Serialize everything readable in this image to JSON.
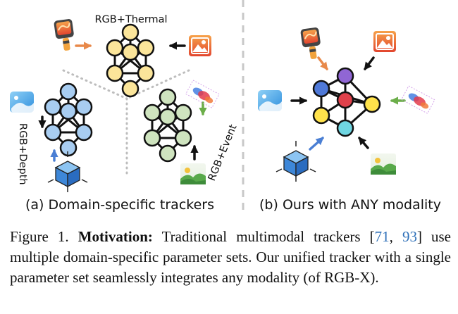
{
  "figure": {
    "label_rgb_thermal": "RGB+Thermal",
    "label_rgb_depth": "RGB+Depth",
    "label_rgb_event": "RGB+Event",
    "subcaption_a": "(a)  Domain-specific trackers",
    "subcaption_b": "(b) Ours with ANY modality"
  },
  "caption": {
    "prefix": "Figure 1.",
    "bold": "Motivation:",
    "text1": " Traditional multimodal trackers [",
    "cite1": "71",
    "sep": ", ",
    "cite2": "93",
    "text2": "] use multiple domain-specific parameter sets. Our unified tracker with a single parameter set seamlessly integrates any modality (of RGB-X)."
  },
  "colors": {
    "thermal_net": "#fbe59a",
    "depth_net": "#a8cdf1",
    "event_net": "#cfe4bf",
    "node_blue": "#4f79d8",
    "node_purple": "#9066d4",
    "node_red": "#e0414b",
    "node_yellow": "#ffe24b",
    "node_cyan": "#6fd6e2",
    "arrow_orange": "#e8894a",
    "arrow_blue": "#4a7fd4",
    "arrow_green": "#6cae4a"
  }
}
